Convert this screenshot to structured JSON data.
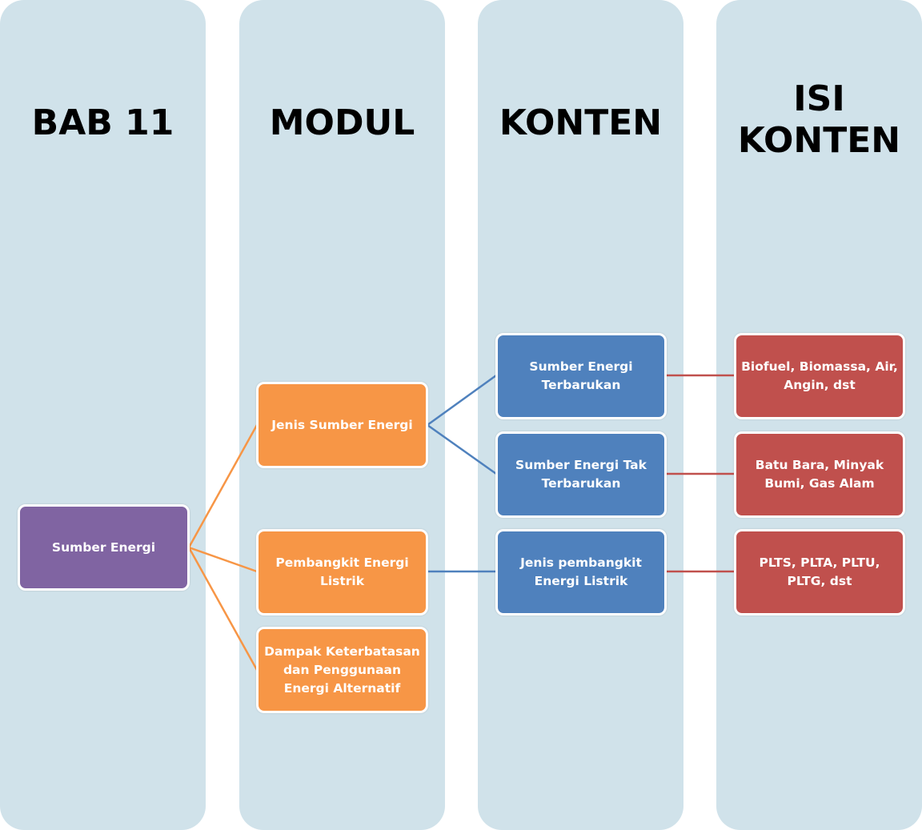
{
  "columns": [
    {
      "title": "BAB 11"
    },
    {
      "title": "MODUL"
    },
    {
      "title": "KONTEN"
    },
    {
      "title": "ISI KONTEN",
      "title_line1": "ISI",
      "title_line2": "KONTEN"
    }
  ],
  "colors": {
    "column_bg": "#d0e2ea",
    "bab": "#8064a2",
    "modul": "#f79646",
    "konten": "#4f81bd",
    "isi_konten": "#c0504d"
  },
  "bab": {
    "label": "Sumber Energi"
  },
  "modul": [
    {
      "label": "Jenis Sumber Energi"
    },
    {
      "label": "Pembangkit Energi Listrik"
    },
    {
      "label": "Dampak Keterbatasan dan Penggunaan Energi Alternatif"
    }
  ],
  "konten": [
    {
      "label": "Sumber Energi Terbarukan"
    },
    {
      "label": "Sumber Energi Tak Terbarukan"
    },
    {
      "label": "Jenis pembangkit Energi Listrik"
    }
  ],
  "isi_konten": [
    {
      "label": "Biofuel, Biomassa, Air, Angin, dst"
    },
    {
      "label": "Batu Bara, Minyak Bumi, Gas Alam"
    },
    {
      "label": "PLTS, PLTA, PLTU, PLTG, dst"
    }
  ]
}
